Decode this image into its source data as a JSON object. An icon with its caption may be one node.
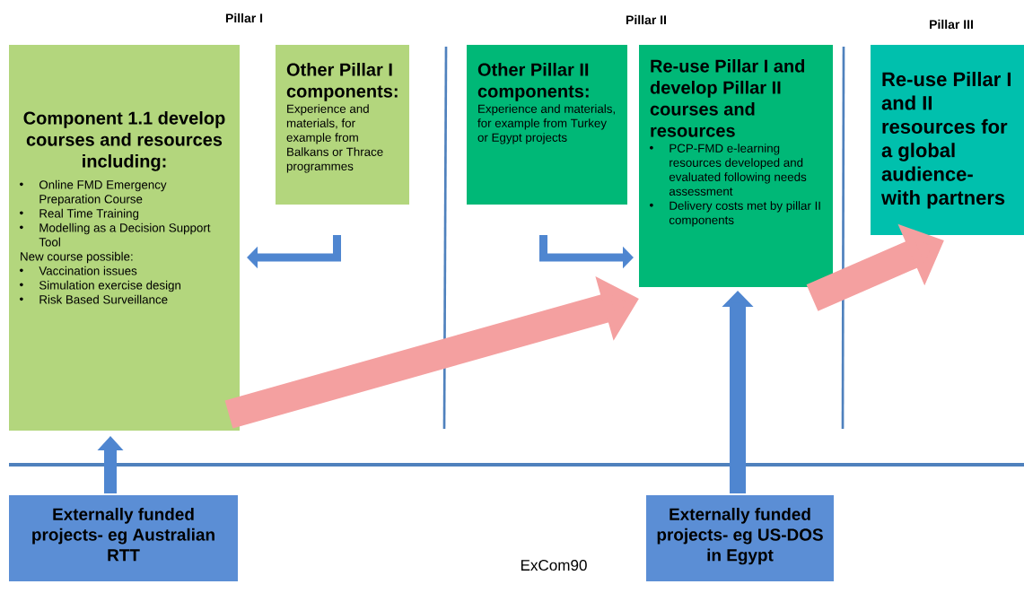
{
  "diagram": {
    "nodes": [
      {
        "text": [
          "Component 1.1 develop courses and resources including:",
          "Online FMD Emergency Preparation Course",
          "Real Time Training",
          "Modelling as a Decision Support Tool",
          "New course possible:",
          "Vaccination issues",
          "Simulation exercise design",
          "Risk Based Surveillance"
        ]
      },
      {
        "text": [
          "Other Pillar I components:",
          "Experience and materials, for example from Balkans or Thrace programmes"
        ]
      },
      {
        "text": [
          "Other Pillar  II components:",
          "Experience and materials, for example from Turkey or Egypt projects"
        ]
      },
      {
        "text": [
          "Re-use Pillar I and develop Pillar II courses and resources",
          "PCP-FMD e-learning resources developed and evaluated following needs assessment",
          "Delivery costs met by pillar II components"
        ]
      },
      {
        "text": [
          "Re-use Pillar I and II resources for a global audience- with partners"
        ]
      },
      {
        "text": [
          "Externally funded projects- eg Australian RTT"
        ]
      },
      {
        "text": [
          "Externally funded projects- eg US-DOS in Egypt"
        ]
      }
    ],
    "edges": [
      {
        "from": 1,
        "to": 0,
        "arrow": "to"
      },
      {
        "from": 2,
        "to": 3,
        "arrow": "to"
      },
      {
        "from": 0,
        "to": 3,
        "arrow": "to",
        "style": "thick",
        "color": "#f4a0a0"
      },
      {
        "from": 3,
        "to": 4,
        "arrow": "to",
        "style": "thick",
        "color": "#f4a0a0"
      },
      {
        "from": 5,
        "to": 0,
        "arrow": "to"
      },
      {
        "from": 6,
        "to": 3,
        "arrow": "to"
      }
    ],
    "labels": [
      "Pillar I",
      "Pillar II",
      "Pillar III",
      "ExCom90"
    ]
  }
}
